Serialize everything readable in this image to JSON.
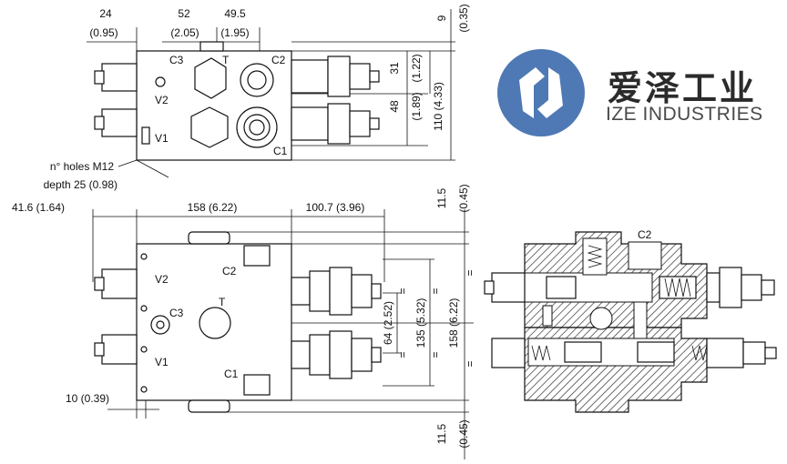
{
  "brand": {
    "chinese_name": "爱泽工业",
    "english_name": "IZE INDUSTRIES",
    "logo_color": "#4f79b4"
  },
  "top_view": {
    "dims": {
      "d24": "24",
      "d24_in": "(0.95)",
      "d52": "52",
      "d52_in": "(2.05)",
      "d49_5": "49.5",
      "d49_5_in": "(1.95)",
      "d9": "9",
      "d9_in": "(0.35)",
      "d31": "31",
      "d31_in": "(1.22)",
      "d48": "48",
      "d48_in": "(1.89)",
      "d110": "110 (4.33)"
    },
    "ports": {
      "c3": "C3",
      "t": "T",
      "c2": "C2",
      "v2": "V2",
      "v1": "V1",
      "c1": "C1"
    },
    "note_holes": "n° holes M12",
    "note_depth": "depth 25 (0.98)"
  },
  "front_view": {
    "dims": {
      "d41_6": "41.6 (1.64)",
      "d158": "158 (6.22)",
      "d100_7": "100.7 (3.96)",
      "d11_5_top": "11.5",
      "d11_5_top_in": "(0.45)",
      "d64": "64 (2.52)",
      "d135": "135 (5.32)",
      "d158_v": "158 (6.22)",
      "d10": "10 (0.39)",
      "d11_5_bot": "11.5",
      "d11_5_bot_in": "(0.45)"
    },
    "ports": {
      "c2": "C2",
      "v2": "V2",
      "t": "T",
      "c3": "C3",
      "v1": "V1",
      "c1": "C1"
    },
    "eq": "="
  },
  "section_view": {
    "port_c2": "C2"
  }
}
